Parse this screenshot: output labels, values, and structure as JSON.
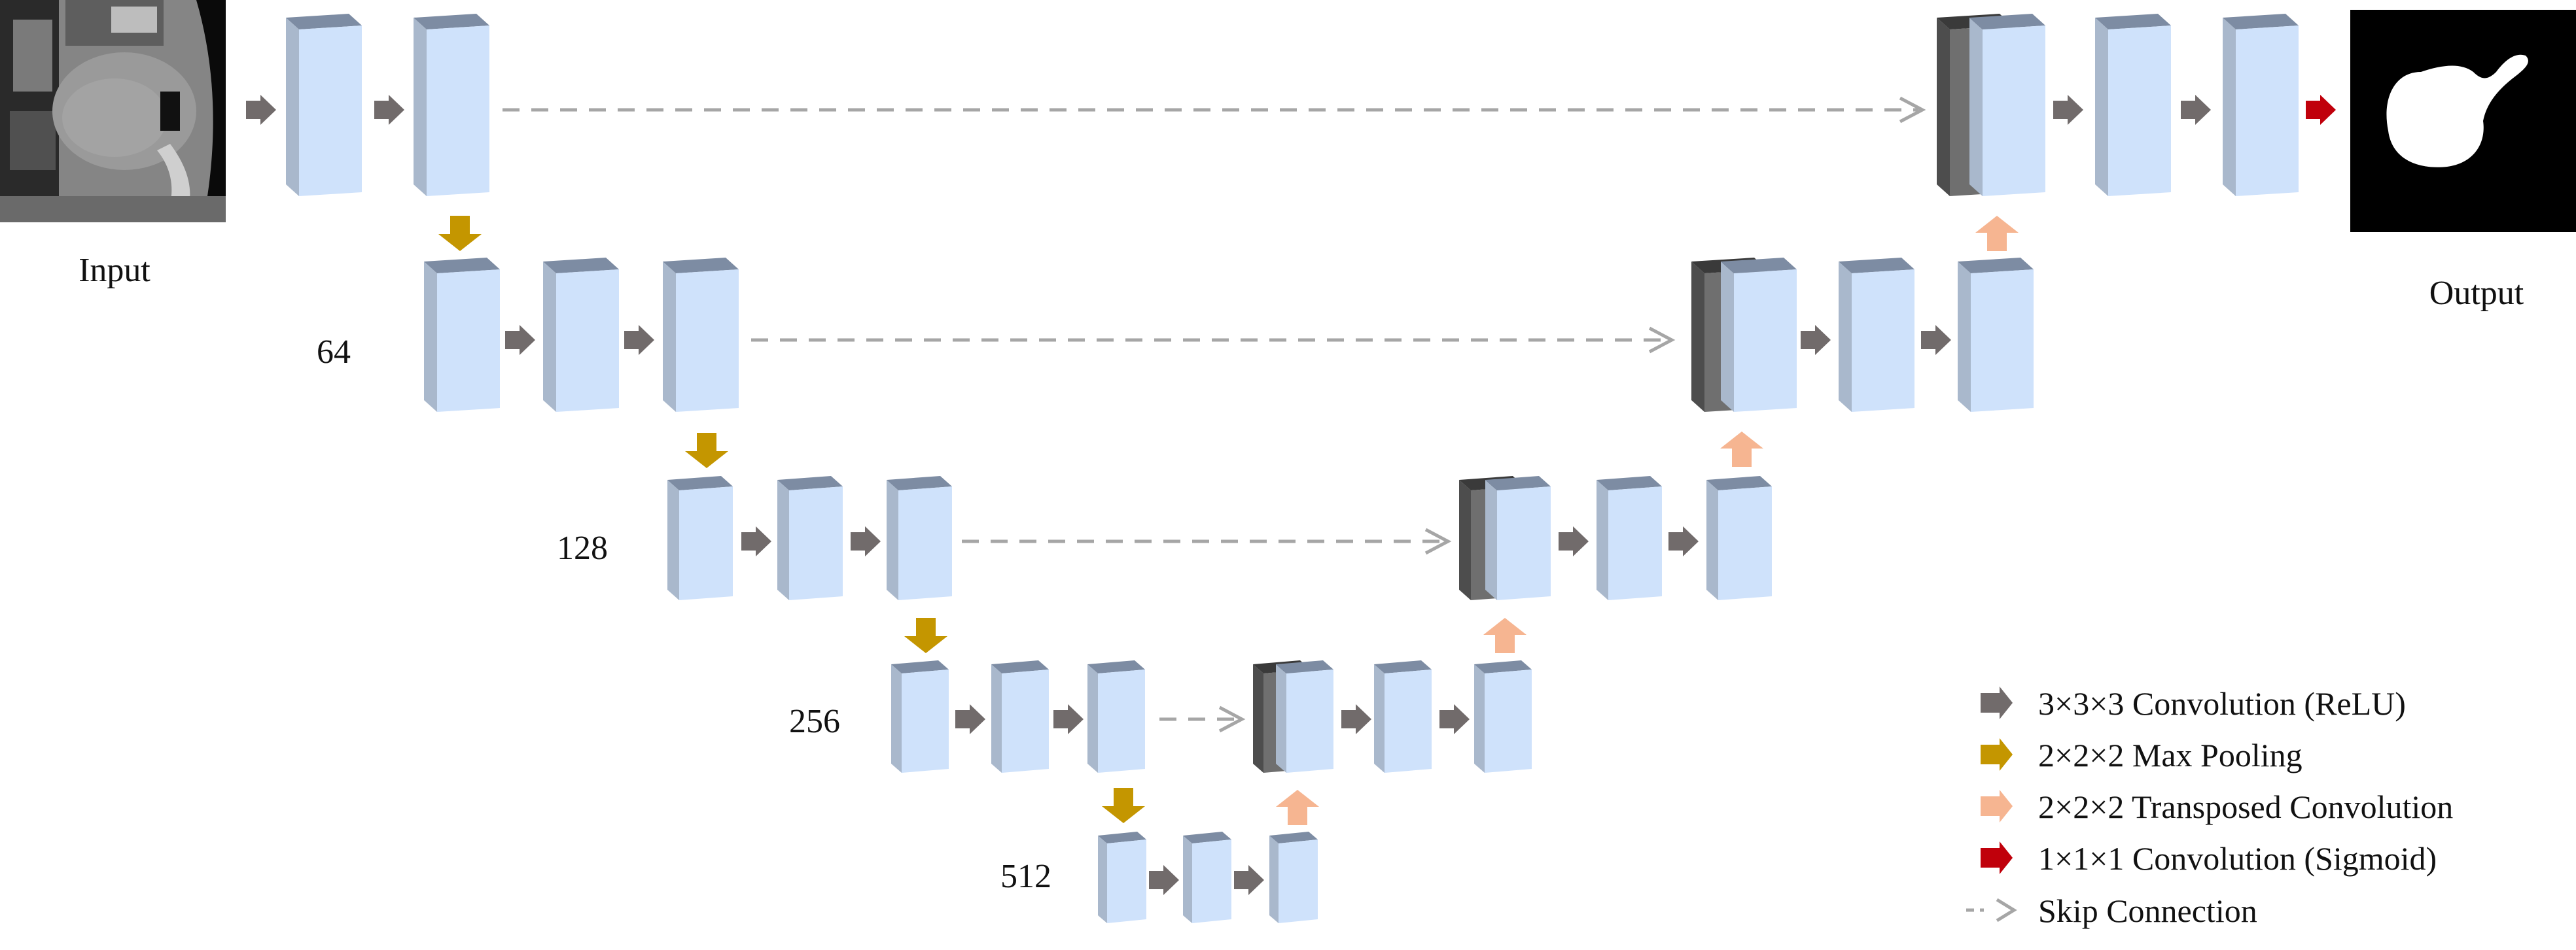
{
  "captions": {
    "input": "Input",
    "output": "Output"
  },
  "channels": [
    "64",
    "128",
    "256",
    "512"
  ],
  "legend": [
    {
      "icon": "gray-arrow-icon",
      "label": "3×3×3 Convolution (ReLU)"
    },
    {
      "icon": "gold-down-arrow-icon",
      "label": "2×2×2 Max Pooling"
    },
    {
      "icon": "peach-up-arrow-icon",
      "label": "2×2×2 Transposed Convolution"
    },
    {
      "icon": "red-arrow-icon",
      "label": "1×1×1 Convolution (Sigmoid)"
    },
    {
      "icon": "dashed-arrow-icon",
      "label": "Skip Connection"
    }
  ],
  "colors": {
    "block_front": "#cfe2fb",
    "block_side": "#a9b8cc",
    "block_top": "#7d8ca3",
    "concat_block": "#6f6f6f",
    "conv_arrow": "#716b6b",
    "pool_arrow": "#c49600",
    "upconv_arrow": "#f6b591",
    "sigmoid_arrow": "#c0000b",
    "skip_line": "#a6a6a6"
  }
}
